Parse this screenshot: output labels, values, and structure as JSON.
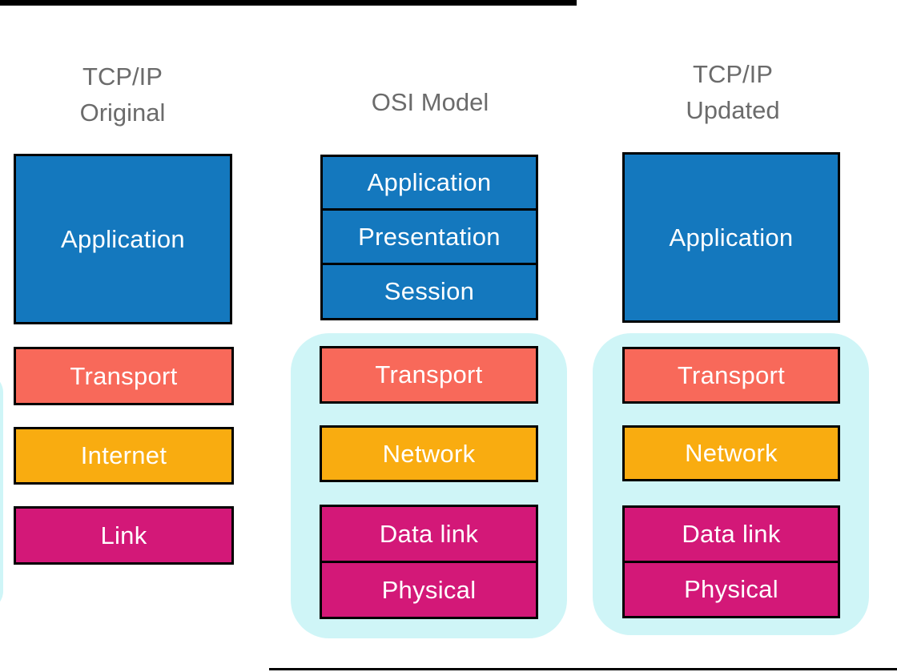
{
  "colors": {
    "application_blue": "#1478BE",
    "transport_coral": "#F8695A",
    "network_orange": "#F9AC10",
    "link_magenta": "#D31878",
    "highlight_cyan": "#CFF5F7",
    "heading_gray": "#6B6B6B",
    "border_black": "#000000"
  },
  "columns": [
    {
      "id": "tcpip-original",
      "title_lines": [
        "TCP/IP",
        "Original"
      ],
      "layers": [
        {
          "label": "Application",
          "color": "blue"
        },
        {
          "label": "Transport",
          "color": "coral"
        },
        {
          "label": "Internet",
          "color": "orange"
        },
        {
          "label": "Link",
          "color": "magenta"
        }
      ]
    },
    {
      "id": "osi-model",
      "title_lines": [
        "OSI Model"
      ],
      "layers": [
        {
          "label": "Application",
          "color": "blue"
        },
        {
          "label": "Presentation",
          "color": "blue"
        },
        {
          "label": "Session",
          "color": "blue"
        },
        {
          "label": "Transport",
          "color": "coral"
        },
        {
          "label": "Network",
          "color": "orange"
        },
        {
          "label": "Data link",
          "color": "magenta"
        },
        {
          "label": "Physical",
          "color": "magenta"
        }
      ],
      "highlighted_layers": [
        "Transport",
        "Network",
        "Data link",
        "Physical"
      ]
    },
    {
      "id": "tcpip-updated",
      "title_lines": [
        "TCP/IP",
        "Updated"
      ],
      "layers": [
        {
          "label": "Application",
          "color": "blue"
        },
        {
          "label": "Transport",
          "color": "coral"
        },
        {
          "label": "Network",
          "color": "orange"
        },
        {
          "label": "Data link",
          "color": "magenta"
        },
        {
          "label": "Physical",
          "color": "magenta"
        }
      ],
      "highlighted_layers": [
        "Transport",
        "Network",
        "Data link",
        "Physical"
      ]
    }
  ]
}
